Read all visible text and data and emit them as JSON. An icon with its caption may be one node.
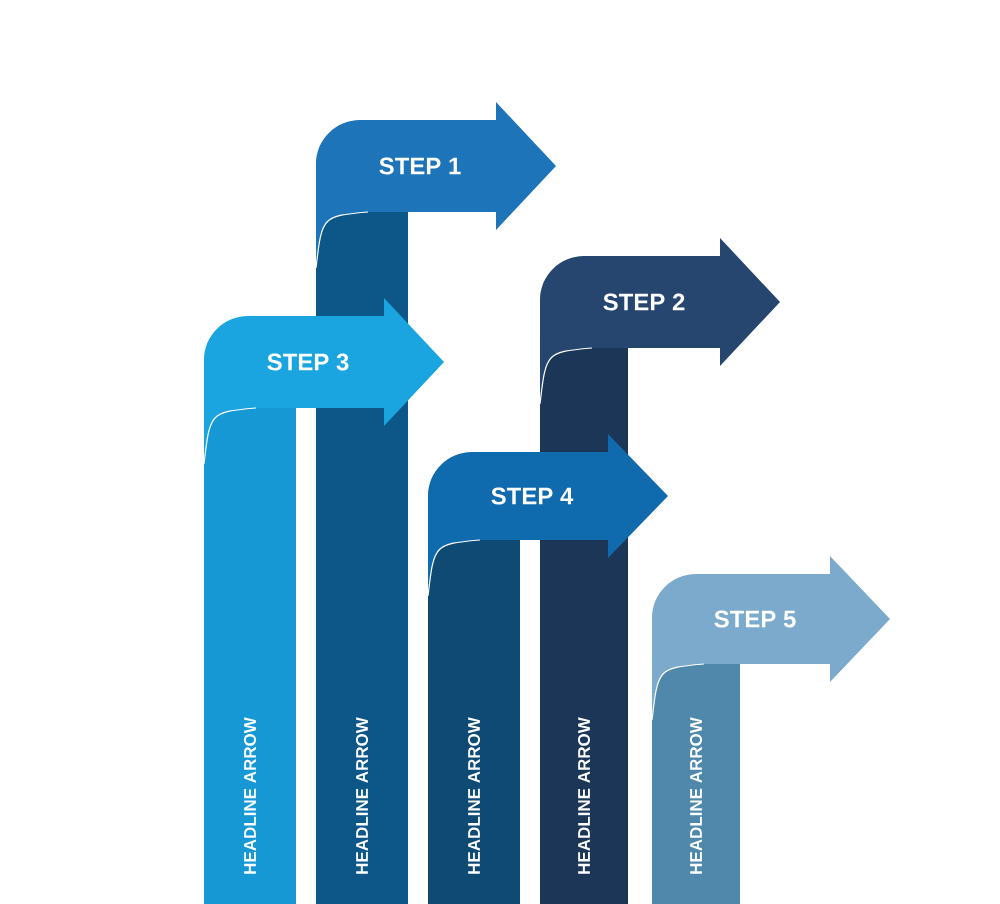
{
  "diagram": {
    "nodes": [
      {
        "text": [
          "STEP 1"
        ]
      },
      {
        "text": [
          "STEP 2"
        ]
      },
      {
        "text": [
          "STEP 3"
        ]
      },
      {
        "text": [
          "STEP 4"
        ]
      },
      {
        "text": [
          "STEP 5"
        ]
      }
    ],
    "labels": [
      "HEADLINE ARROW",
      "HEADLINE ARROW",
      "HEADLINE ARROW",
      "HEADLINE ARROW",
      "HEADLINE ARROW"
    ]
  }
}
